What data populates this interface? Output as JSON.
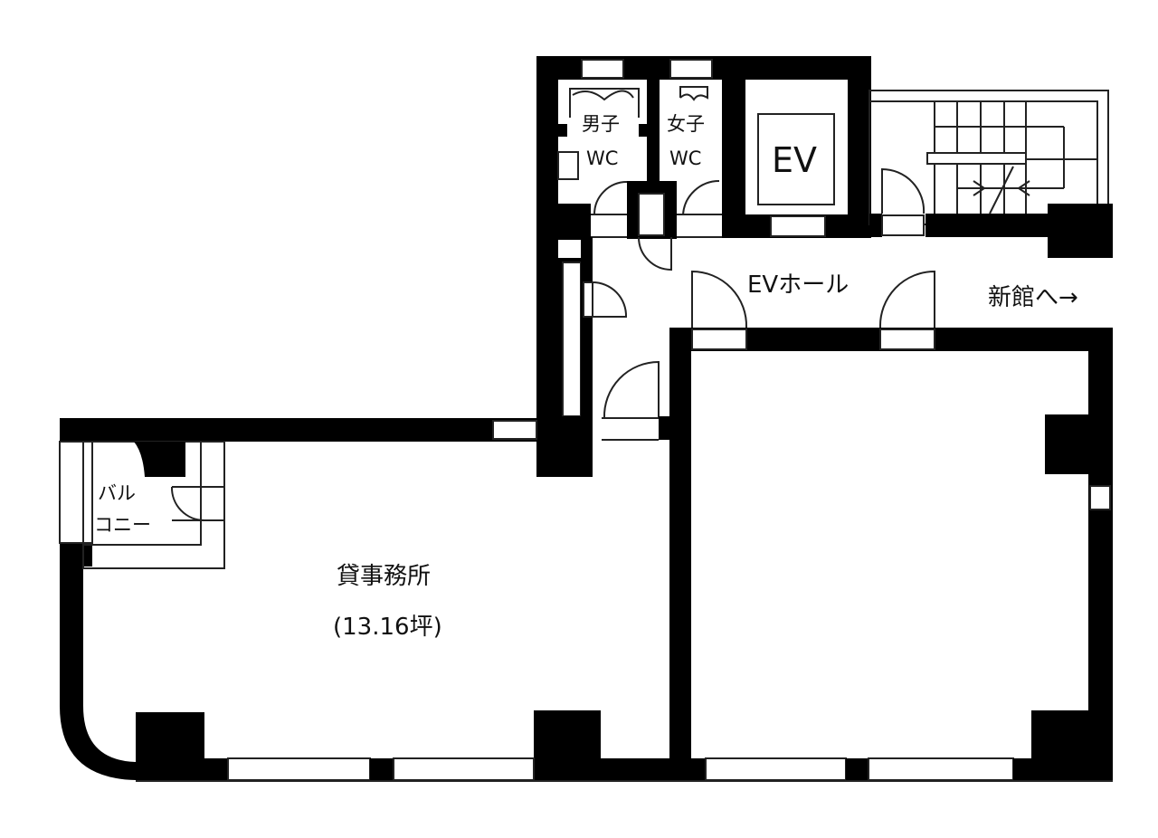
{
  "floorplan": {
    "title": "貸事務所",
    "rooms": {
      "office": {
        "name": "貸事務所",
        "area": "(13.16坪)"
      },
      "mens_wc": {
        "line1": "男子",
        "line2": "WC"
      },
      "womens_wc": {
        "line1": "女子",
        "line2": "WC"
      },
      "elevator": {
        "label": "EV"
      },
      "ev_hall": {
        "label": "EVホール"
      },
      "balcony": {
        "line1": "バル",
        "line2": "コニー"
      },
      "annex": {
        "label": "新館へ→"
      }
    },
    "colors": {
      "wall": "#000000",
      "line": "#222222",
      "background": "#ffffff"
    }
  }
}
